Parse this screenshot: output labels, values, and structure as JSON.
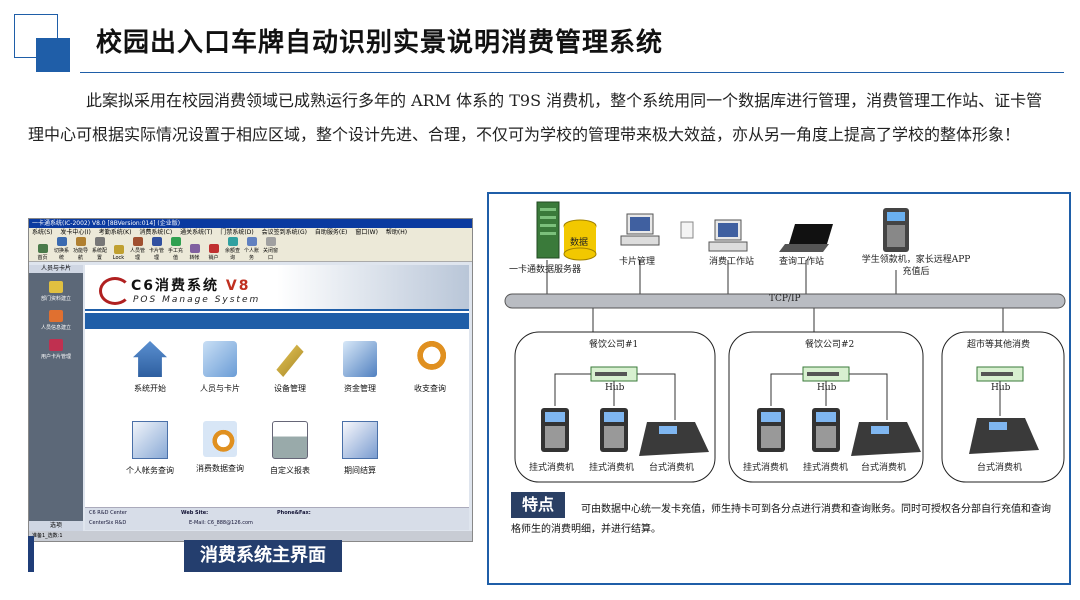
{
  "page": {
    "title": "校园出入口车牌自动识别实景说明消费管理系统",
    "intro": "此案拟采用在校园消费领域已成熟运行多年的 ARM 体系的 T9S 消费机，整个系统用同一个数据库进行管理，消费管理工作站、证卡管理中心可根据实际情况设置于相应区域，整个设计先进、合理，不仅可为学校的管理带来极大效益，亦从另一角度上提高了学校的整体形象！",
    "caption": "消费系统主界面"
  },
  "screenshot": {
    "window_title": "一卡通系统(IC-2002) V8.0 [8BVersion:014] (企业版)",
    "menu": [
      "系统(S)",
      "发卡中心(I)",
      "考勤系统(K)",
      "消费系统(C)",
      "通关系统(T)",
      "门禁系统(D)",
      "会议签到系统(G)",
      "自助服务(E)",
      "窗口(W)",
      "帮助(H)"
    ],
    "toolbar": [
      "首页",
      "切换系统",
      "功能导航",
      "系统配置",
      "Lock",
      "人员管理",
      "卡片管理",
      "手工充值",
      "转帐",
      "销户",
      "余额查询",
      "个人账务",
      "关闭窗口"
    ],
    "sidebar_header": "人员与卡片",
    "sidebar_items": [
      "部门资料建立",
      "人员信息建立",
      "用户卡片管理"
    ],
    "sidebar_footer": "选项",
    "logo_cn": "C6消费系统",
    "logo_version": "V8",
    "logo_en": "POS Manage System",
    "modules": [
      "系统开始",
      "人员与卡片",
      "设备管理",
      "资金管理",
      "收支查询",
      "个人帐务查询",
      "消费数据查询",
      "自定义报表",
      "期间结算"
    ],
    "status": {
      "company": "C6 R&D Center",
      "company2": "CenterSix R&D",
      "website_label": "Web Site:",
      "email": "E-Mail: C6_888@126.com",
      "phone_label": "Phone&Fax:"
    },
    "taskbar": "准备1_选数:1"
  },
  "diagram": {
    "server_label": "一卡通数据服务器",
    "db_label": "数据",
    "nodes": [
      "卡片管理",
      "消费工作站",
      "查询工作站",
      "学生领款机，家长远程APP充值后"
    ],
    "network": "TCP/IP",
    "groups": [
      {
        "name": "餐饮公司#1",
        "devices": [
          "挂式消费机",
          "挂式消费机",
          "台式消费机"
        ]
      },
      {
        "name": "餐饮公司#2",
        "devices": [
          "挂式消费机",
          "挂式消费机",
          "台式消费机"
        ]
      },
      {
        "name": "超市等其他消费",
        "devices": [
          "台式消费机"
        ]
      }
    ],
    "hub_label": "Hub",
    "feature_title": "特点",
    "feature_text": "可由数据中心统一发卡充值，师生持卡可到各分点进行消费和查询账务。同时可授权各分部自行充值和查询格师生的消费明细，并进行结算。"
  },
  "colors": {
    "accent": "#1f5ea8",
    "caption_bg": "#243e6e"
  }
}
